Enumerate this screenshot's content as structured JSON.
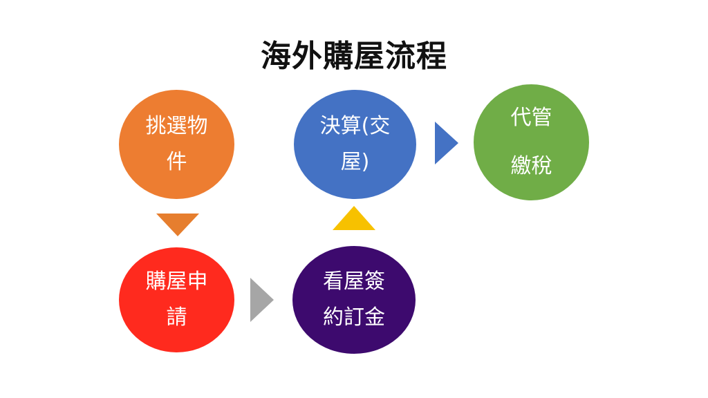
{
  "title": "海外購屋流程",
  "nodes": [
    {
      "lines": [
        "挑選物",
        "件"
      ],
      "color": "#ed7d31"
    },
    {
      "lines": [
        "決算(交",
        "屋)"
      ],
      "color": "#4472c4"
    },
    {
      "lines": [
        "代管",
        "繳稅"
      ],
      "color": "#70ad47"
    },
    {
      "lines": [
        "購屋申",
        "請"
      ],
      "color": "#ff2a1e"
    },
    {
      "lines": [
        "看屋簽",
        "約訂金"
      ],
      "color": "#3d0a6e"
    }
  ],
  "arrows": {
    "down_color": "#e67e2e",
    "up_color": "#f7c100",
    "right_top_color": "#4472c4",
    "right_bottom_color": "#a6a6a6"
  }
}
